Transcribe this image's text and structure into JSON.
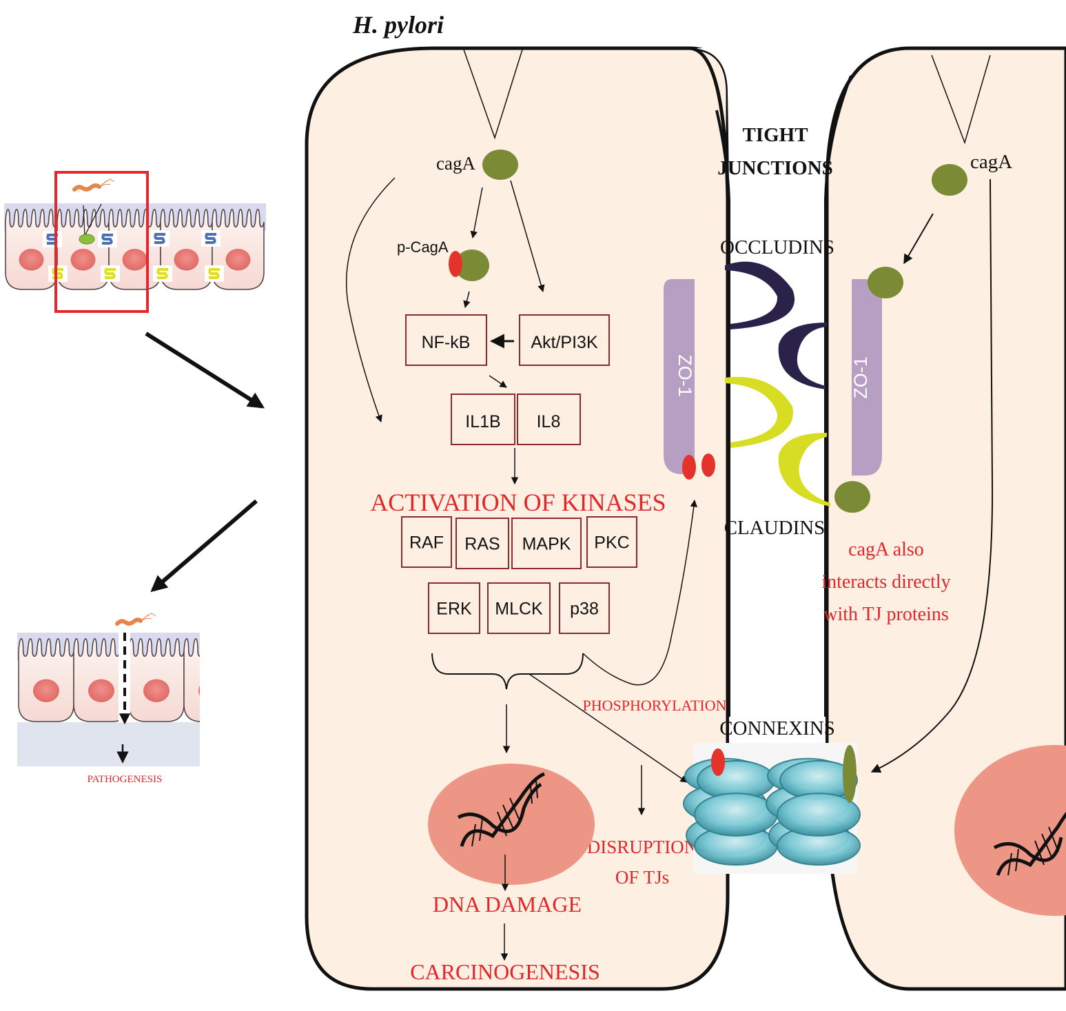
{
  "title": "H. pylori",
  "colors": {
    "cell_fill": "#fdf0e2",
    "cell_stroke": "#111111",
    "box_border": "#8b2a2a",
    "red_text": "#e3262a",
    "cagA_green": "#7a8a35",
    "phospho_red": "#e3332b",
    "zo1_purple": "#b69fc3",
    "occludin_navy": "#2a2248",
    "claudin_yellow": "#d7dd22",
    "connexin_teal": "#5eb4c2",
    "nucleus_pink": "#ee9686",
    "epithelium_lumen": "#d8d8ee",
    "submucosa": "#dfe4ef",
    "highlight_red": "#e5262b"
  },
  "left_panel": {
    "top_illustration": {
      "label": "Epithelium with tight junctions (healthy)"
    },
    "bottom_illustration": {
      "label": "Epithelium disrupted by H. pylori"
    },
    "pathogenesis_label": "PATHOGENESIS"
  },
  "left_cell": {
    "cagA_label": "cagA",
    "pcagA_label": "p-CagA",
    "boxes": {
      "nfkb": "NF-kB",
      "akt": "Akt/PI3K",
      "il1b": "IL1B",
      "il8": "IL8"
    },
    "activation_label": "ACTIVATION OF KINASES",
    "kinases_row1": [
      "RAF",
      "RAS",
      "MAPK",
      "PKC"
    ],
    "kinases_row2": [
      "ERK",
      "MLCK",
      "p38"
    ],
    "phosphorylation_label": "PHOSPHORYLATION",
    "disruption_label_line1": "DISRUPTION",
    "disruption_label_line2": "OF TJs",
    "dna_damage_label": "DNA DAMAGE",
    "carcinogenesis_label": "CARCINOGENESIS",
    "zo1_label": "ZO-1"
  },
  "junction": {
    "title_line1": "TIGHT",
    "title_line2": "JUNCTIONS",
    "occludins_label": "OCCLUDINS",
    "claudins_label": "CLAUDINS",
    "connexins_label": "CONNEXINS"
  },
  "right_cell": {
    "cagA_label": "cagA",
    "zo1_label": "ZO-1",
    "note_line1": "cagA also",
    "note_line2": "interacts directly",
    "note_line3": "with TJ proteins"
  }
}
